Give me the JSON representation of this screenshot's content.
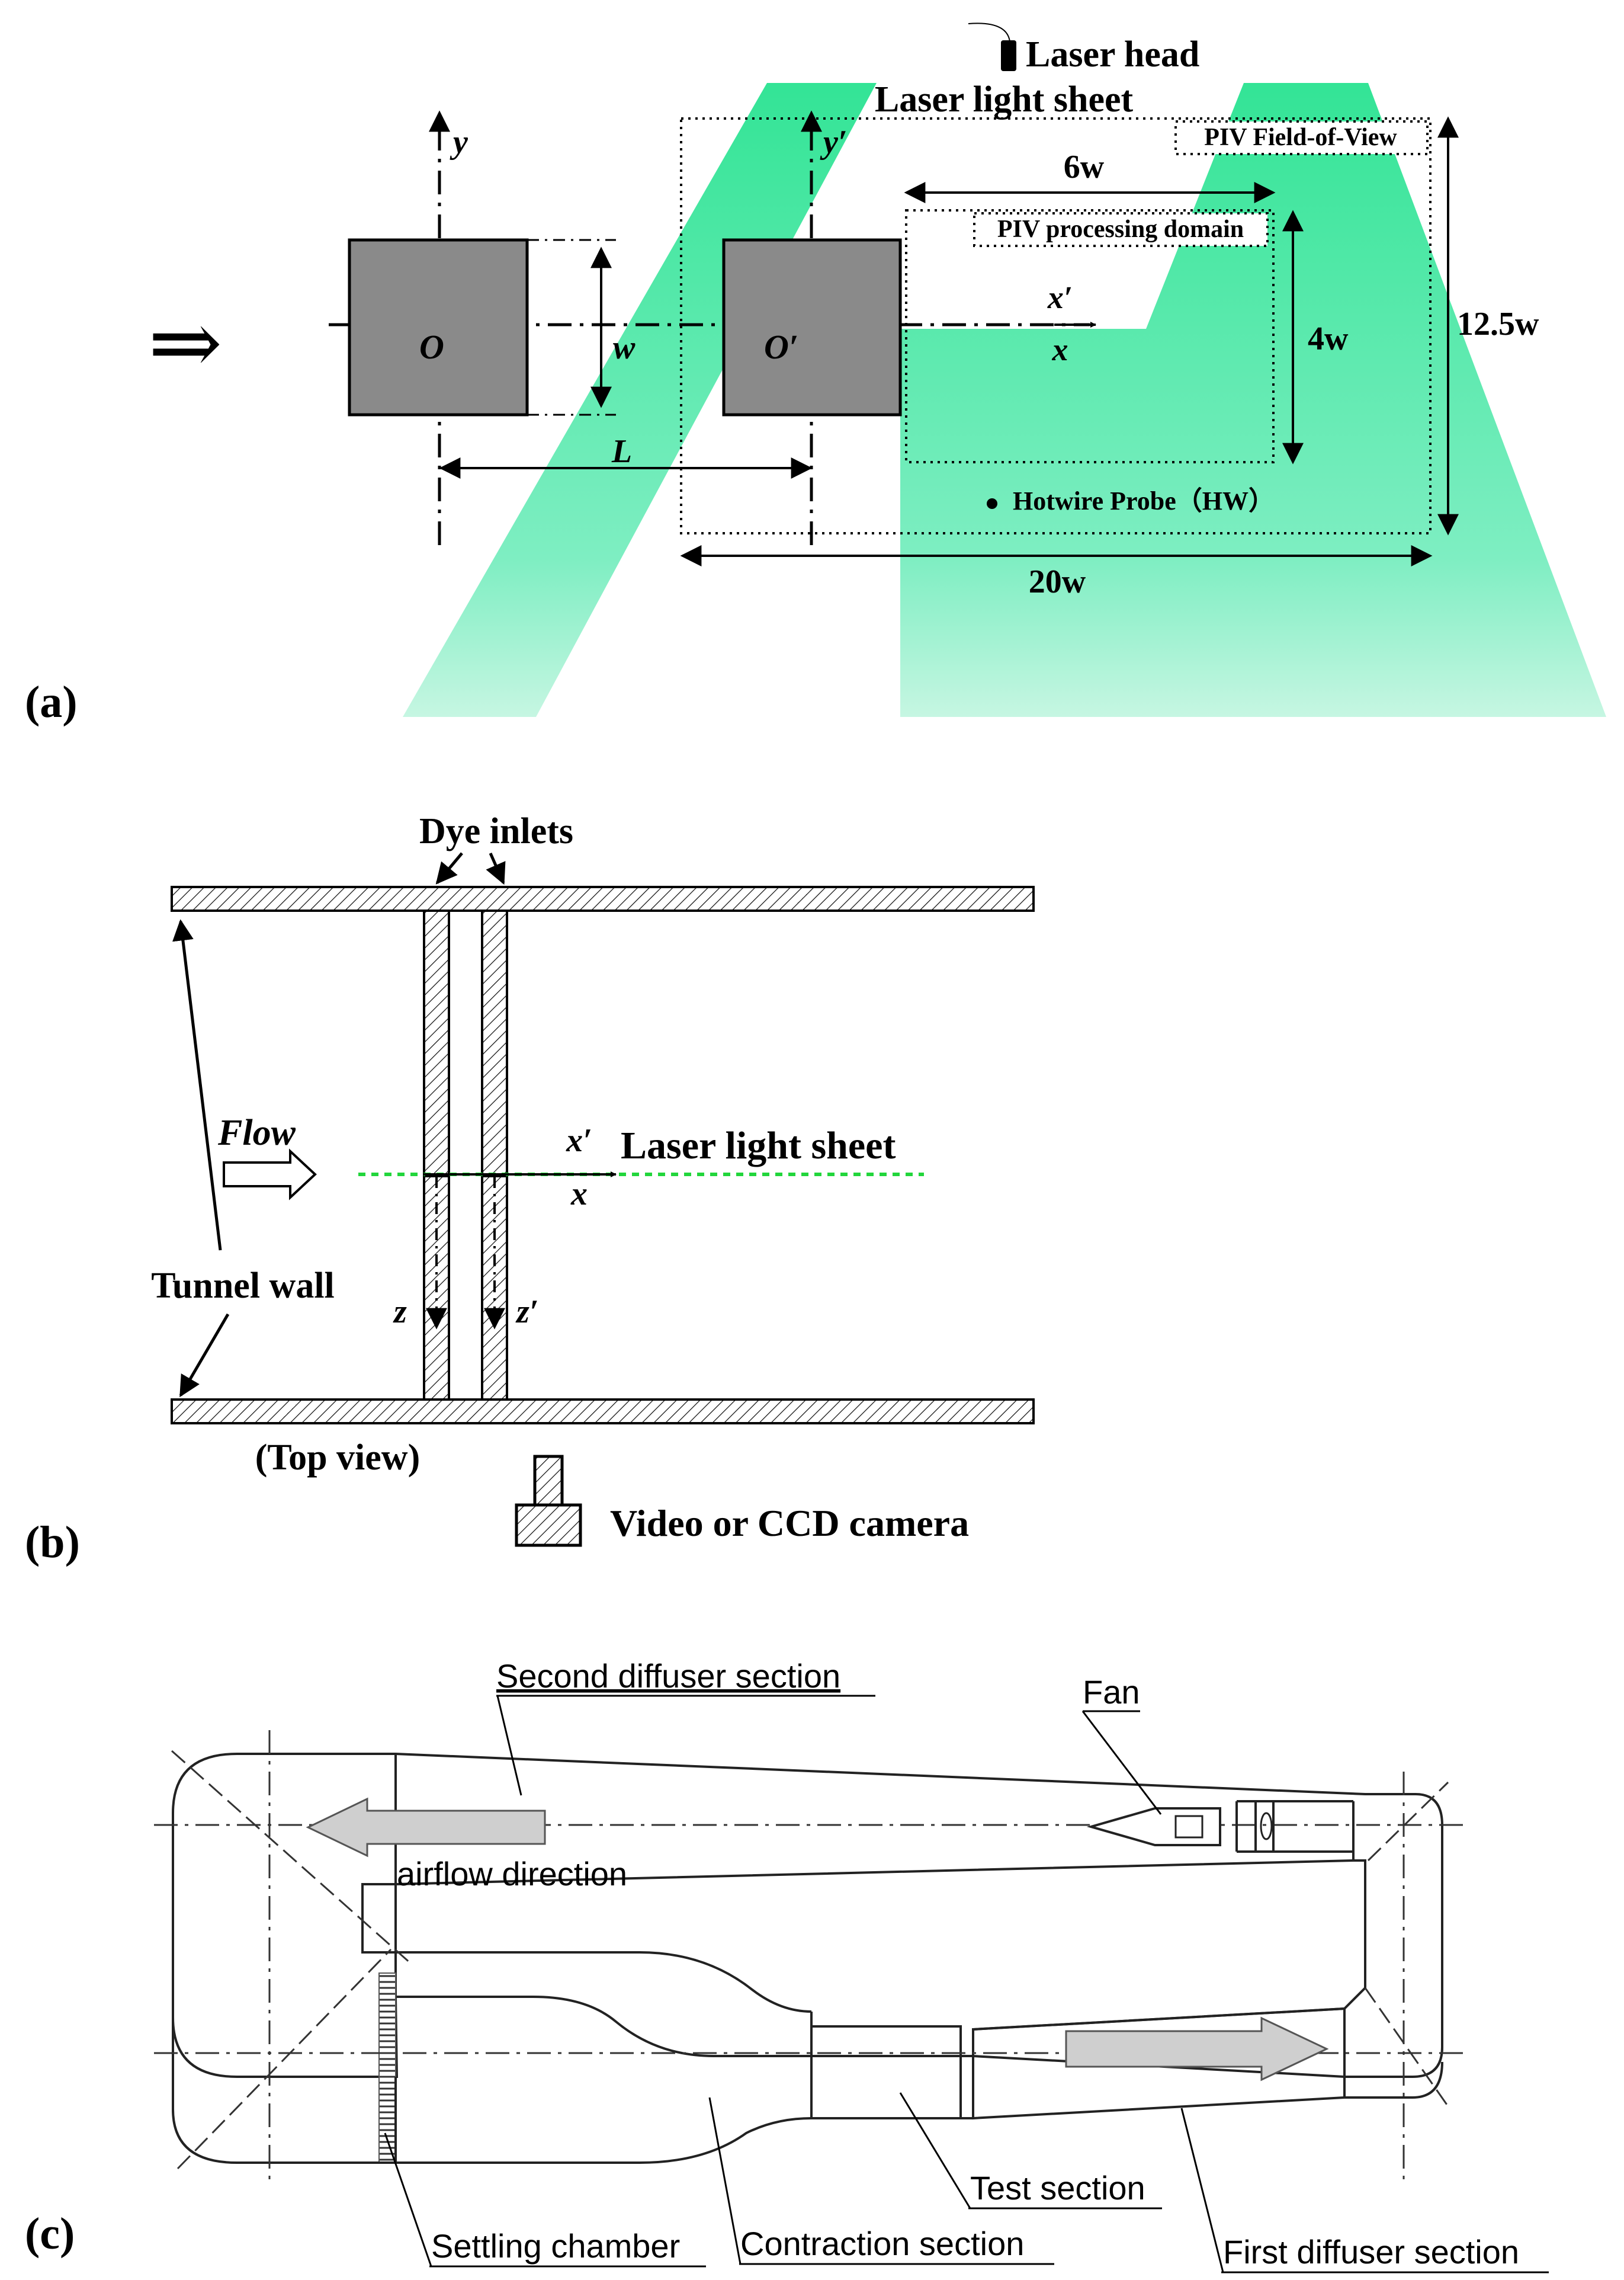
{
  "panel_a": {
    "label": "(a)",
    "laser_head": "Laser head",
    "laser_sheet": "Laser light sheet",
    "piv_fov": "PIV Field-of-View",
    "piv_domain": "PIV processing domain",
    "dim_6w": "6w",
    "dim_4w": "4w",
    "dim_12_5w": "12.5w",
    "dim_20w": "20w",
    "dim_w": "w",
    "dim_L": "L",
    "hotwire": "Hotwire Probe（HW）",
    "origin_1": "O",
    "origin_2": "O′",
    "axis_y": "y",
    "axis_y2": "y′",
    "axis_x": "x",
    "axis_x2": "x′",
    "flow_arrow": "⇒"
  },
  "panel_b": {
    "label": "(b)",
    "dye_inlets": "Dye inlets",
    "flow": "Flow",
    "laser_sheet": "Laser light sheet",
    "tunnel_wall": "Tunnel wall",
    "top_view": "(Top view)",
    "camera": "Video or CCD camera",
    "axis_x": "x",
    "axis_x2": "x′",
    "axis_z": "z",
    "axis_z2": "z′"
  },
  "panel_c": {
    "label": "(c)",
    "second_diffuser": "Second diffuser section",
    "fan": "Fan",
    "airflow": "airflow direction",
    "test_section": "Test section",
    "settling_chamber": "Settling chamber",
    "contraction": "Contraction section",
    "first_diffuser": "First diffuser section"
  },
  "colors": {
    "laser_green": "#3ee59a",
    "block_gray": "#8a8a8a",
    "arrow_gray": "#cfcfcf"
  }
}
